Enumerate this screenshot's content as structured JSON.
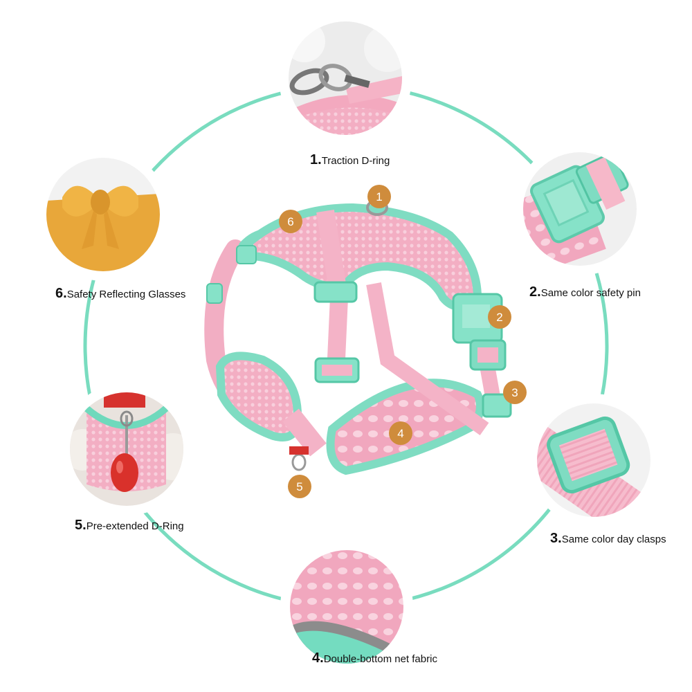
{
  "colors": {
    "ring": "#79dcbf",
    "pink": "#f4b6c8",
    "pink_dark": "#e68fa9",
    "mint": "#7fe0c6",
    "mint_dark": "#4fc6a7",
    "badge": "#cf8c3c",
    "yellow": "#e8a73a",
    "red": "#d9312b"
  },
  "features": [
    {
      "num": "1.",
      "text": "Traction D-ring",
      "icon": "d-ring-closeup"
    },
    {
      "num": "2.",
      "text": "Same color safety pin",
      "icon": "buckle-closeup"
    },
    {
      "num": "3.",
      "text": "Same color day clasps",
      "icon": "clasp-closeup"
    },
    {
      "num": "4.",
      "text": "Double-bottom net fabric",
      "icon": "mesh-fabric-closeup"
    },
    {
      "num": "5.",
      "text": "Pre-extended D-Ring",
      "icon": "dog-with-ring-closeup"
    },
    {
      "num": "6.",
      "text": "Safety Reflecting Glasses",
      "icon": "bow-closeup"
    }
  ],
  "badges": [
    "1",
    "2",
    "3",
    "4",
    "5",
    "6"
  ]
}
